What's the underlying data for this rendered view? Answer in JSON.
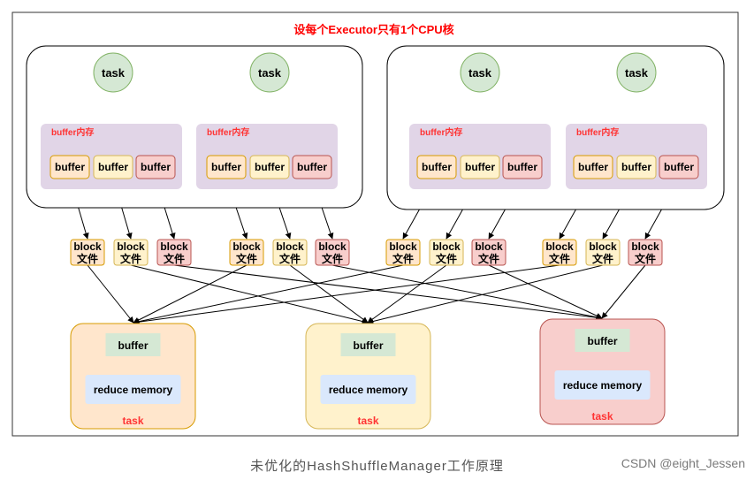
{
  "title": "设每个Executor只有1个CPU核",
  "executors": [
    {
      "tasks": [
        {
          "label": "task",
          "buffer_area_label": "buffer内存",
          "buffers": [
            "buffer",
            "buffer",
            "buffer"
          ]
        },
        {
          "label": "task",
          "buffer_area_label": "buffer内存",
          "buffers": [
            "buffer",
            "buffer",
            "buffer"
          ]
        }
      ]
    },
    {
      "tasks": [
        {
          "label": "task",
          "buffer_area_label": "buffer内存",
          "buffers": [
            "buffer",
            "buffer",
            "buffer"
          ]
        },
        {
          "label": "task",
          "buffer_area_label": "buffer内存",
          "buffers": [
            "buffer",
            "buffer",
            "buffer"
          ]
        }
      ]
    }
  ],
  "block_file": {
    "line1": "block",
    "line2": "文件"
  },
  "reduce_tasks": [
    {
      "buffer_label": "buffer",
      "memory_label": "reduce memory",
      "task_label": "task"
    },
    {
      "buffer_label": "buffer",
      "memory_label": "reduce memory",
      "task_label": "task"
    },
    {
      "buffer_label": "buffer",
      "memory_label": "reduce memory",
      "task_label": "task"
    }
  ],
  "colors": {
    "orange_fill": "#ffe6cc",
    "orange_stroke": "#d79b00",
    "yellow_fill": "#fff2cc",
    "yellow_stroke": "#d6b656",
    "red_fill": "#f8cecc",
    "red_stroke": "#b85450",
    "task_fill": "#d5e8d4",
    "task_stroke": "#82b366",
    "purple_fill": "#e1d5e7",
    "blue_fill": "#dae8fc",
    "title_red": "#ff0000",
    "label_red": "#ff3333"
  },
  "caption": "未优化的HashShuffleManager工作原理",
  "credit": "CSDN @eight_Jessen"
}
